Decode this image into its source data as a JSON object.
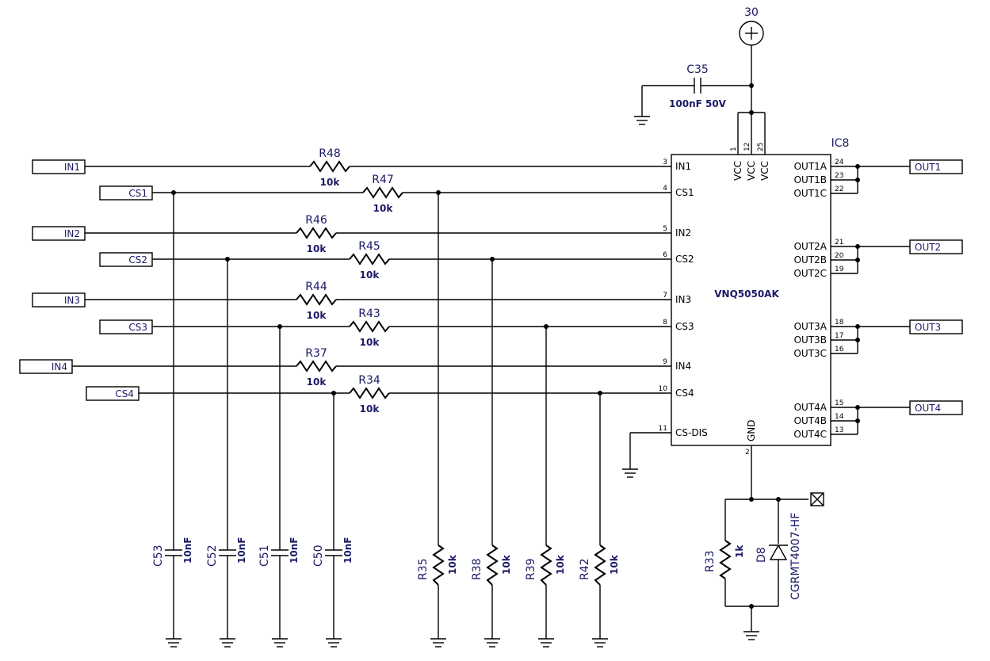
{
  "supply": {
    "label": "30"
  },
  "c35": {
    "ref": "C35",
    "value": "100nF 50V"
  },
  "ic": {
    "ref": "IC8",
    "part": "VNQ5050AK",
    "vcc_pins": [
      {
        "name": "VCC",
        "num": "1"
      },
      {
        "name": "VCC",
        "num": "12"
      },
      {
        "name": "VCC",
        "num": "25"
      }
    ],
    "left_pins": [
      {
        "name": "IN1",
        "num": "3"
      },
      {
        "name": "CS1",
        "num": "4"
      },
      {
        "name": "IN2",
        "num": "5"
      },
      {
        "name": "CS2",
        "num": "6"
      },
      {
        "name": "IN3",
        "num": "7"
      },
      {
        "name": "CS3",
        "num": "8"
      },
      {
        "name": "IN4",
        "num": "9"
      },
      {
        "name": "CS4",
        "num": "10"
      },
      {
        "name": "CS-DIS",
        "num": "11"
      }
    ],
    "right_pins": [
      {
        "name": "OUT1A",
        "num": "24"
      },
      {
        "name": "OUT1B",
        "num": "23"
      },
      {
        "name": "OUT1C",
        "num": "22"
      },
      {
        "name": "OUT2A",
        "num": "21"
      },
      {
        "name": "OUT2B",
        "num": "20"
      },
      {
        "name": "OUT2C",
        "num": "19"
      },
      {
        "name": "OUT3A",
        "num": "18"
      },
      {
        "name": "OUT3B",
        "num": "17"
      },
      {
        "name": "OUT3C",
        "num": "16"
      },
      {
        "name": "OUT4A",
        "num": "15"
      },
      {
        "name": "OUT4B",
        "num": "14"
      },
      {
        "name": "OUT4C",
        "num": "13"
      }
    ],
    "gnd_pin": {
      "name": "GND",
      "num": "2"
    }
  },
  "input_ports": [
    "IN1",
    "CS1",
    "IN2",
    "CS2",
    "IN3",
    "CS3",
    "IN4",
    "CS4"
  ],
  "output_ports": [
    "OUT1",
    "OUT2",
    "OUT3",
    "OUT4"
  ],
  "series_resistors": [
    {
      "ref": "R48",
      "value": "10k"
    },
    {
      "ref": "R47",
      "value": "10k"
    },
    {
      "ref": "R46",
      "value": "10k"
    },
    {
      "ref": "R45",
      "value": "10k"
    },
    {
      "ref": "R44",
      "value": "10k"
    },
    {
      "ref": "R43",
      "value": "10k"
    },
    {
      "ref": "R37",
      "value": "10k"
    },
    {
      "ref": "R34",
      "value": "10k"
    }
  ],
  "filter_caps": [
    {
      "ref": "C53",
      "value": "10nF"
    },
    {
      "ref": "C52",
      "value": "10nF"
    },
    {
      "ref": "C51",
      "value": "10nF"
    },
    {
      "ref": "C50",
      "value": "10nF"
    }
  ],
  "sense_resistors": [
    {
      "ref": "R35",
      "value": "10k"
    },
    {
      "ref": "R38",
      "value": "10k"
    },
    {
      "ref": "R39",
      "value": "10k"
    },
    {
      "ref": "R42",
      "value": "10k"
    }
  ],
  "r33": {
    "ref": "R33",
    "value": "1k"
  },
  "d8": {
    "ref": "D8",
    "value": "CGRMT4007-HF"
  }
}
